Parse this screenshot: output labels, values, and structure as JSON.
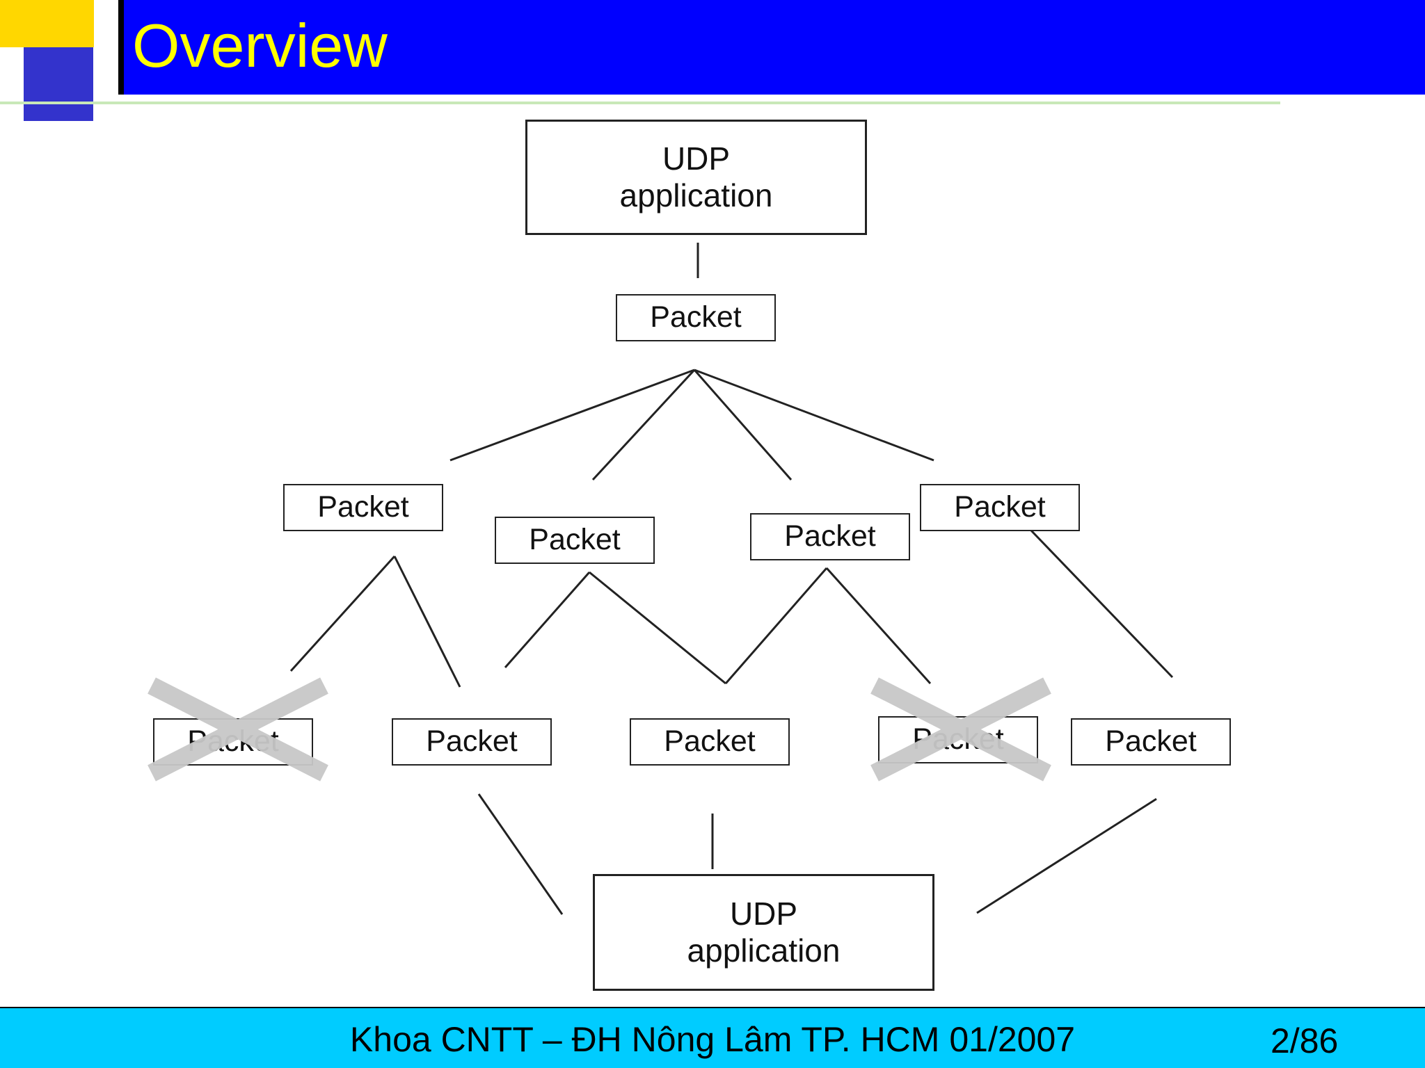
{
  "slide": {
    "title": "Overview",
    "footer": "Khoa CNTT – ĐH Nông Lâm TP. HCM 01/2007",
    "page_number": "2/86"
  },
  "diagram": {
    "source_app": "UDP\napplication",
    "dest_app": "UDP\napplication",
    "packet_label": "Packet",
    "dropped_packets": 2,
    "colors": {
      "cross": "#c8c8c8",
      "line": "#222222"
    }
  }
}
